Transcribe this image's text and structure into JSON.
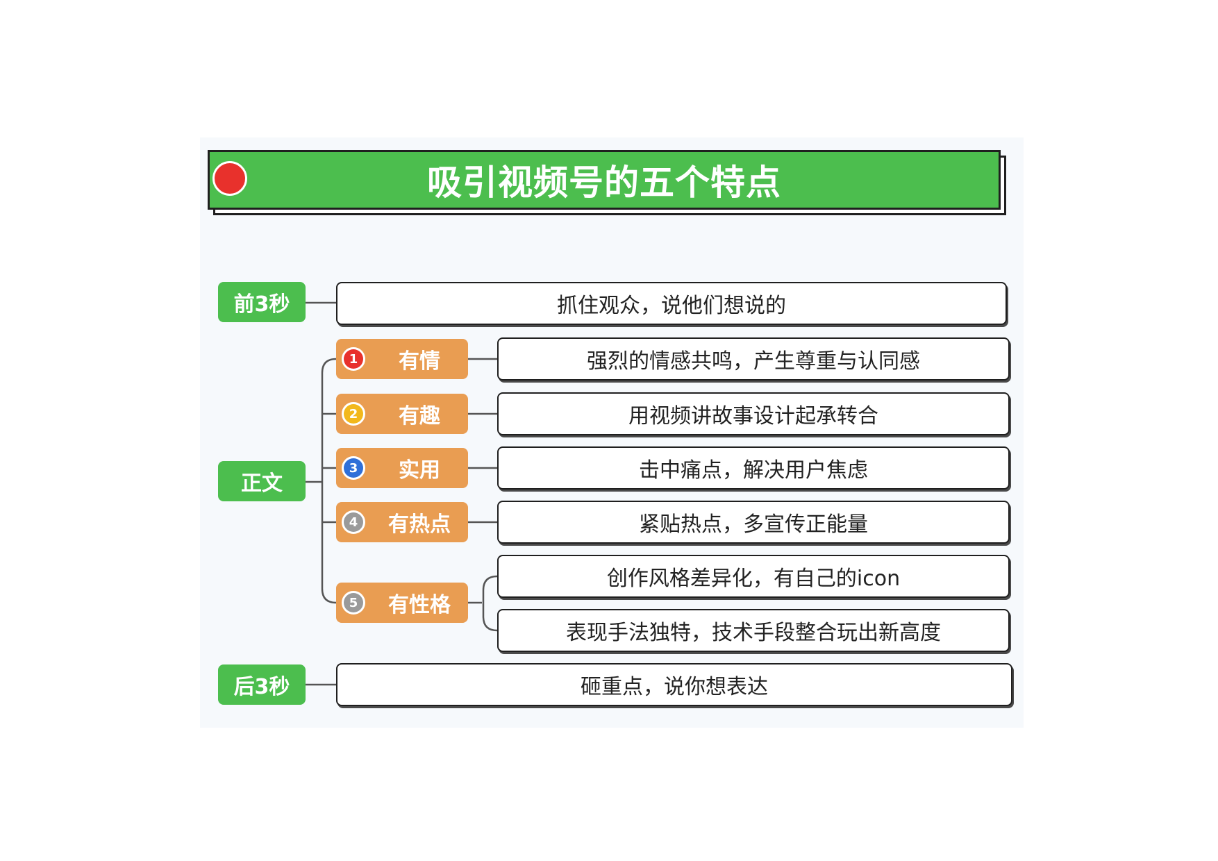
{
  "title": "吸引视频号的五个特点",
  "colors": {
    "title_bg": "#4cbe4e",
    "title_dot": "#e8312c",
    "section_tag": "#4cbe4e",
    "feature_tag": "#e99d52",
    "num1": "#e8312c",
    "num2": "#f2b81c",
    "num3": "#2f6fd8",
    "num4": "#9a9a9a",
    "num5": "#9a9a9a"
  },
  "sections": {
    "opening": {
      "label": "前3秒",
      "text": "抓住观众，说他们想说的"
    },
    "body": {
      "label": "正文",
      "items": [
        {
          "num": "1",
          "label": "有情",
          "texts": [
            "强烈的情感共鸣，产生尊重与认同感"
          ]
        },
        {
          "num": "2",
          "label": "有趣",
          "texts": [
            "用视频讲故事设计起承转合"
          ]
        },
        {
          "num": "3",
          "label": "实用",
          "texts": [
            "击中痛点，解决用户焦虑"
          ]
        },
        {
          "num": "4",
          "label": "有热点",
          "texts": [
            "紧贴热点，多宣传正能量"
          ]
        },
        {
          "num": "5",
          "label": "有性格",
          "texts": [
            "创作风格差异化，有自己的icon",
            "表现手法独特，技术手段整合玩出新高度"
          ]
        }
      ]
    },
    "closing": {
      "label": "后3秒",
      "text": "砸重点，说你想表达"
    }
  }
}
